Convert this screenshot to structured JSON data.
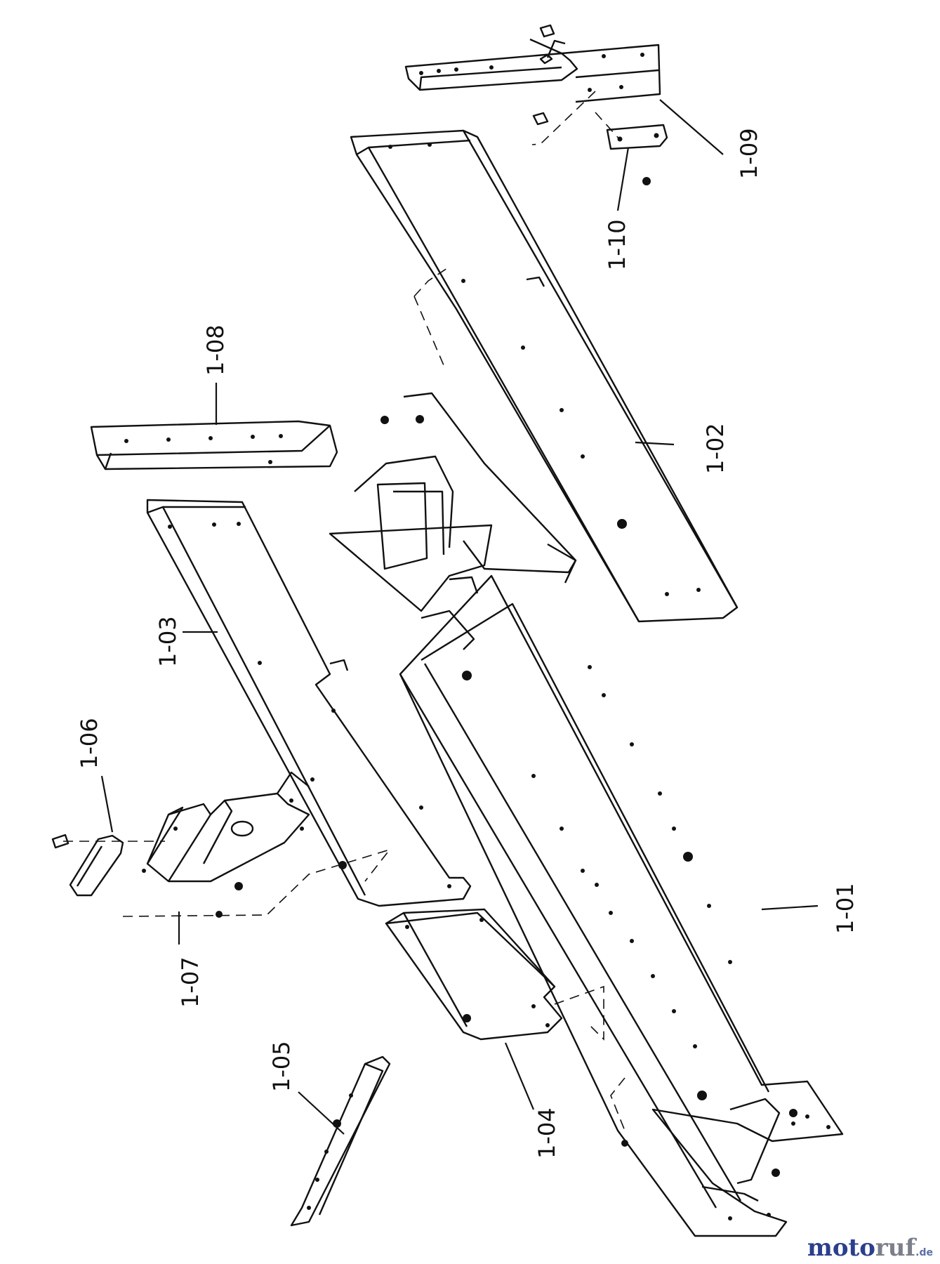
{
  "parts": [
    {
      "id": "1-01"
    },
    {
      "id": "1-02"
    },
    {
      "id": "1-03"
    },
    {
      "id": "1-04"
    },
    {
      "id": "1-05"
    },
    {
      "id": "1-06"
    },
    {
      "id": "1-07"
    },
    {
      "id": "1-08"
    },
    {
      "id": "1-09"
    },
    {
      "id": "1-10"
    }
  ],
  "watermark": {
    "moto": "moto",
    "ruf": "ruf",
    "domain": ".de",
    "colors": {
      "moto": "#2b3f8c",
      "ruf": "#7a7f8a",
      "domain": "#5a6fa8"
    }
  }
}
